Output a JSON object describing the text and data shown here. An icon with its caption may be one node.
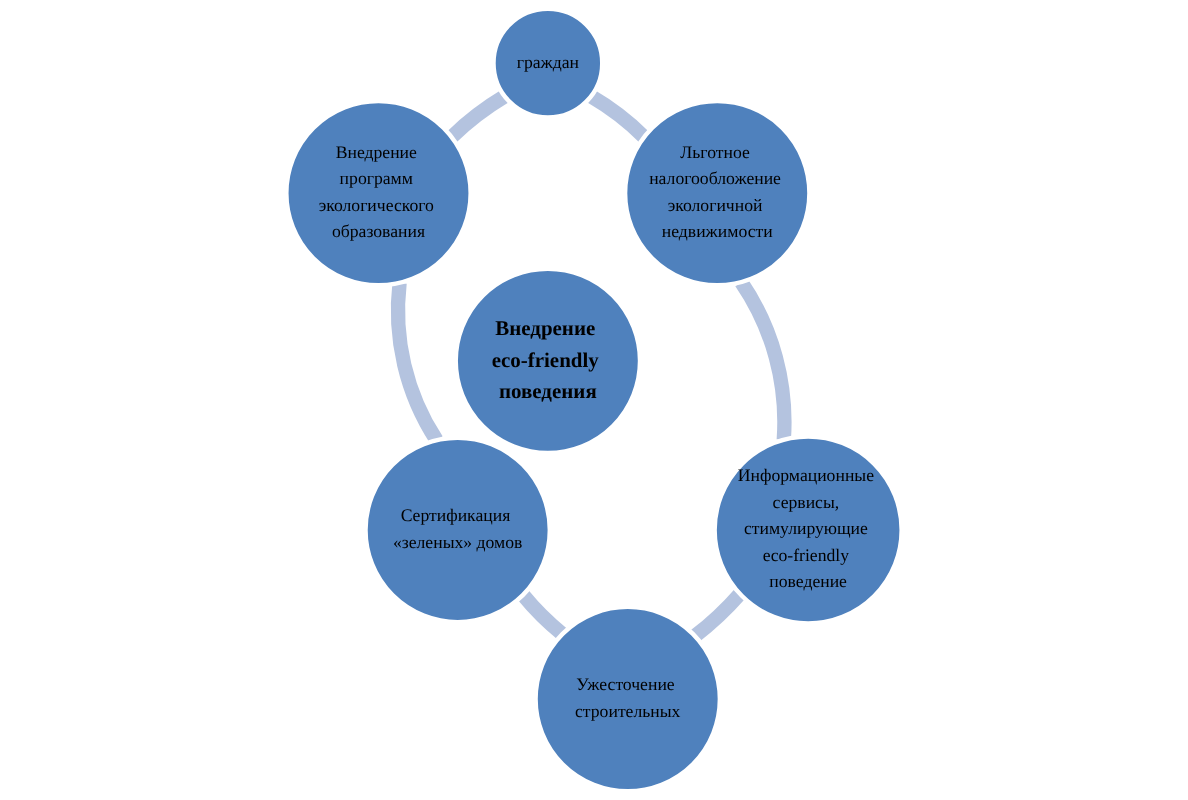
{
  "diagram": {
    "nodes": [
      {
        "text": [
          "граждан"
        ]
      },
      {
        "text": [
          "Внедрение программ экологического образования"
        ]
      },
      {
        "text": [
          "Льготное налогообложение экологичной недвижимости"
        ]
      },
      {
        "text": [
          "Внедрение eco-friendly поведения"
        ]
      },
      {
        "text": [
          "Сертификация «зеленых» домов"
        ]
      },
      {
        "text": [
          "Информационные сервисы, стимулирующие eco-friendly поведение"
        ]
      },
      {
        "text": [
          "Ужесточение строительных"
        ]
      }
    ],
    "edges": [
      {
        "from": 0,
        "to": 1,
        "arrow": "none"
      },
      {
        "from": 1,
        "to": 4,
        "arrow": "none"
      },
      {
        "from": 4,
        "to": 6,
        "arrow": "none"
      },
      {
        "from": 0,
        "to": 2,
        "arrow": "none"
      },
      {
        "from": 2,
        "to": 5,
        "arrow": "none"
      },
      {
        "from": 5,
        "to": 6,
        "arrow": "none"
      }
    ]
  }
}
